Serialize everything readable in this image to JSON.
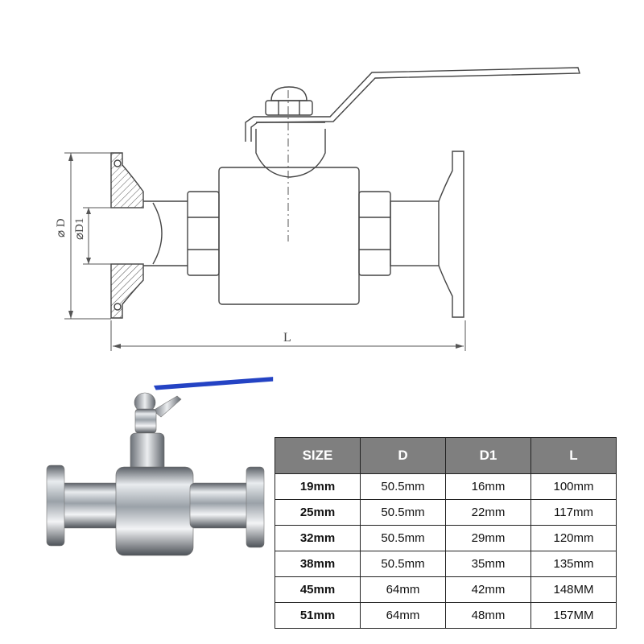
{
  "drawing": {
    "labels": {
      "d": "⌀ D",
      "d1": "⌀D1",
      "l": "L"
    }
  },
  "table": {
    "headers": [
      "SIZE",
      "D",
      "D1",
      "L"
    ],
    "rows": [
      [
        "19mm",
        "50.5mm",
        "16mm",
        "100mm"
      ],
      [
        "25mm",
        "50.5mm",
        "22mm",
        "117mm"
      ],
      [
        "32mm",
        "50.5mm",
        "29mm",
        "120mm"
      ],
      [
        "38mm",
        "50.5mm",
        "35mm",
        "135mm"
      ],
      [
        "45mm",
        "64mm",
        "42mm",
        "148MM"
      ],
      [
        "51mm",
        "64mm",
        "48mm",
        "157MM"
      ]
    ]
  },
  "colors": {
    "handle": "#2443c4",
    "header_bg": "#7f7f7f",
    "line": "#444444"
  }
}
